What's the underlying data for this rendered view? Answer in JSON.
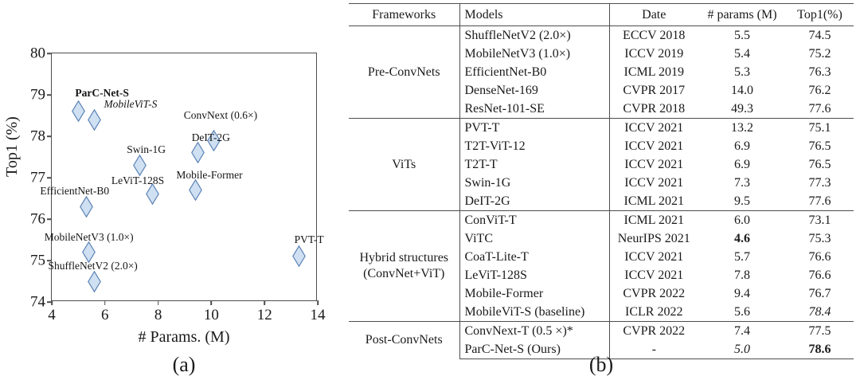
{
  "chart_data": {
    "type": "scatter",
    "title": "",
    "xlabel": "# Params. (M)",
    "ylabel": "Top1 (%)",
    "xlim": [
      4,
      14
    ],
    "ylim": [
      74,
      80
    ],
    "xticks": [
      4,
      6,
      8,
      10,
      12,
      14
    ],
    "yticks": [
      74,
      75,
      76,
      77,
      78,
      79,
      80
    ],
    "grid": false,
    "legend": null,
    "marker": "diamond",
    "marker_fill": "#cfe0f2",
    "marker_stroke": "#5b82b5",
    "points": [
      {
        "label": "ParC-Net-S",
        "x": 5.0,
        "y": 78.6,
        "style": "bold",
        "lx": -4,
        "ly": -30
      },
      {
        "label": "MobileViT-S",
        "x": 5.6,
        "y": 78.4,
        "style": "italic",
        "lx": 12,
        "ly": -26
      },
      {
        "label": "ConvNext (0.6×)",
        "x": 10.1,
        "y": 77.9,
        "style": "normal",
        "lx": -38,
        "ly": -38
      },
      {
        "label": "DeIT-2G",
        "x": 9.5,
        "y": 77.6,
        "style": "normal",
        "lx": -8,
        "ly": -26
      },
      {
        "label": "Swin-1G",
        "x": 7.3,
        "y": 77.3,
        "style": "normal",
        "lx": -16,
        "ly": -26
      },
      {
        "label": "Mobile-Former",
        "x": 9.4,
        "y": 76.7,
        "style": "normal",
        "lx": -24,
        "ly": -26
      },
      {
        "label": "LeViT-128S",
        "x": 7.8,
        "y": 76.6,
        "style": "normal",
        "lx": -52,
        "ly": -24
      },
      {
        "label": "EfficientNet-B0",
        "x": 5.3,
        "y": 76.3,
        "style": "normal",
        "lx": -58,
        "ly": -26
      },
      {
        "label": "MobileNetV3 (1.0×)",
        "x": 5.4,
        "y": 75.2,
        "style": "normal",
        "lx": -56,
        "ly": -26
      },
      {
        "label": "ShuffleNetV2 (2.0×)",
        "x": 5.6,
        "y": 74.5,
        "style": "normal",
        "lx": -58,
        "ly": -26
      },
      {
        "label": "PVT-T",
        "x": 13.3,
        "y": 75.1,
        "style": "normal",
        "lx": -6,
        "ly": -28
      }
    ],
    "caption": "(a)"
  },
  "table": {
    "caption": "(b)",
    "headers": [
      "Frameworks",
      "Models",
      "Date",
      "# params (M)",
      "Top1(%)"
    ],
    "groups": [
      {
        "framework": "Pre-ConvNets",
        "rows": [
          {
            "model": "ShuffleNetV2 (2.0×)",
            "date": "ECCV 2018",
            "params": "5.5",
            "top1": "74.5"
          },
          {
            "model": "MobileNetV3 (1.0×)",
            "date": "ICCV 2019",
            "params": "5.4",
            "top1": "75.2"
          },
          {
            "model": "EfficientNet-B0",
            "date": "ICML 2019",
            "params": "5.3",
            "top1": "76.3"
          },
          {
            "model": "DenseNet-169",
            "date": "CVPR 2017",
            "params": "14.0",
            "top1": "76.2"
          },
          {
            "model": "ResNet-101-SE",
            "date": "CVPR 2018",
            "params": "49.3",
            "top1": "77.6"
          }
        ]
      },
      {
        "framework": "ViTs",
        "rows": [
          {
            "model": "PVT-T",
            "date": "ICCV 2021",
            "params": "13.2",
            "top1": "75.1"
          },
          {
            "model": "T2T-ViT-12",
            "date": "ICCV 2021",
            "params": "6.9",
            "top1": "76.5"
          },
          {
            "model": "T2T-T",
            "date": "ICCV 2021",
            "params": "6.9",
            "top1": "76.5"
          },
          {
            "model": "Swin-1G",
            "date": "ICCV 2021",
            "params": "7.3",
            "top1": "77.3"
          },
          {
            "model": "DeIT-2G",
            "date": "ICML 2021",
            "params": "9.5",
            "top1": "77.6"
          }
        ]
      },
      {
        "framework": "Hybrid structures\n(ConvNet+ViT)",
        "framework_line1": "Hybrid structures",
        "framework_line2": "(ConvNet+ViT)",
        "rows": [
          {
            "model": "ConViT-T",
            "date": "ICML 2021",
            "params": "6.0",
            "top1": "73.1"
          },
          {
            "model": "ViTC",
            "date": "NeurIPS 2021",
            "params": "4.6",
            "top1": "75.3",
            "params_style": "bold"
          },
          {
            "model": "CoaT-Lite-T",
            "date": "ICCV 2021",
            "params": "5.7",
            "top1": "76.6"
          },
          {
            "model": "LeViT-128S",
            "date": "ICCV 2021",
            "params": "7.8",
            "top1": "76.6"
          },
          {
            "model": "Mobile-Former",
            "date": "CVPR 2022",
            "params": "9.4",
            "top1": "76.7"
          },
          {
            "model": "MobileViT-S (baseline)",
            "date": "ICLR 2022",
            "params": "5.6",
            "top1": "78.4",
            "top1_style": "italic"
          }
        ]
      },
      {
        "framework": "Post-ConvNets",
        "rows": [
          {
            "model": "ConvNext-T (0.5 ×)*",
            "date": "CVPR 2022",
            "params": "7.4",
            "top1": "77.5"
          },
          {
            "model": "ParC-Net-S  (Ours)",
            "date": "-",
            "params": "5.0",
            "top1": "78.6",
            "params_style": "italic",
            "top1_style": "bold"
          }
        ]
      }
    ]
  }
}
